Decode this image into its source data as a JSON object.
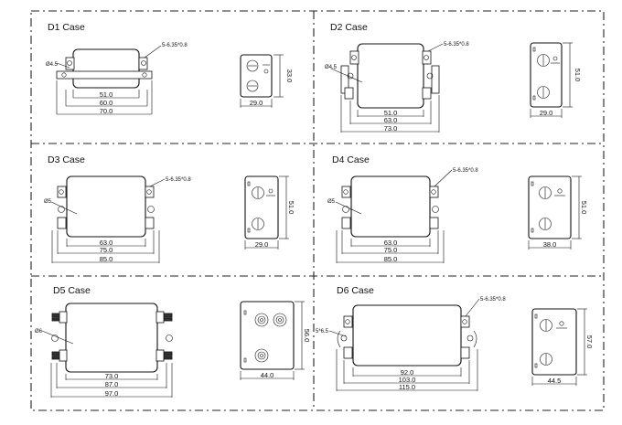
{
  "cases": [
    {
      "title": "D1 Case",
      "terminal": "5-6.35*0.8",
      "hole": "Ø4.5",
      "dims": [
        "51.0",
        "60.0",
        "70.0"
      ],
      "side_width": "29.0",
      "side_height": "33.0"
    },
    {
      "title": "D2 Case",
      "terminal": "5-6.35*0.8",
      "hole": "Ø4.5",
      "dims": [
        "51.0",
        "63.0",
        "73.0"
      ],
      "side_width": "29.0",
      "side_height": "51.0"
    },
    {
      "title": "D3 Case",
      "terminal": "5-6.35*0.8",
      "hole": "Ø5",
      "dims": [
        "63.0",
        "75.0",
        "85.0"
      ],
      "side_width": "29.0",
      "side_height": "51.0"
    },
    {
      "title": "D4 Case",
      "terminal": "5-6.35*0.8",
      "hole": "Ø5",
      "dims": [
        "63.0",
        "75.0",
        "85.0"
      ],
      "side_width": "38.0",
      "side_height": "51.0"
    },
    {
      "title": "D5 Case",
      "terminal": "",
      "hole": "Ø6",
      "dims": [
        "73.0",
        "87.0",
        "97.0"
      ],
      "side_width": "44.0",
      "side_height": "56.0"
    },
    {
      "title": "D6 Case",
      "terminal": "5-6.35*0.8",
      "hole": "5*6.5",
      "dims": [
        "92.0",
        "103.0",
        "115.0"
      ],
      "side_width": "44.5",
      "side_height": "57.0"
    }
  ]
}
